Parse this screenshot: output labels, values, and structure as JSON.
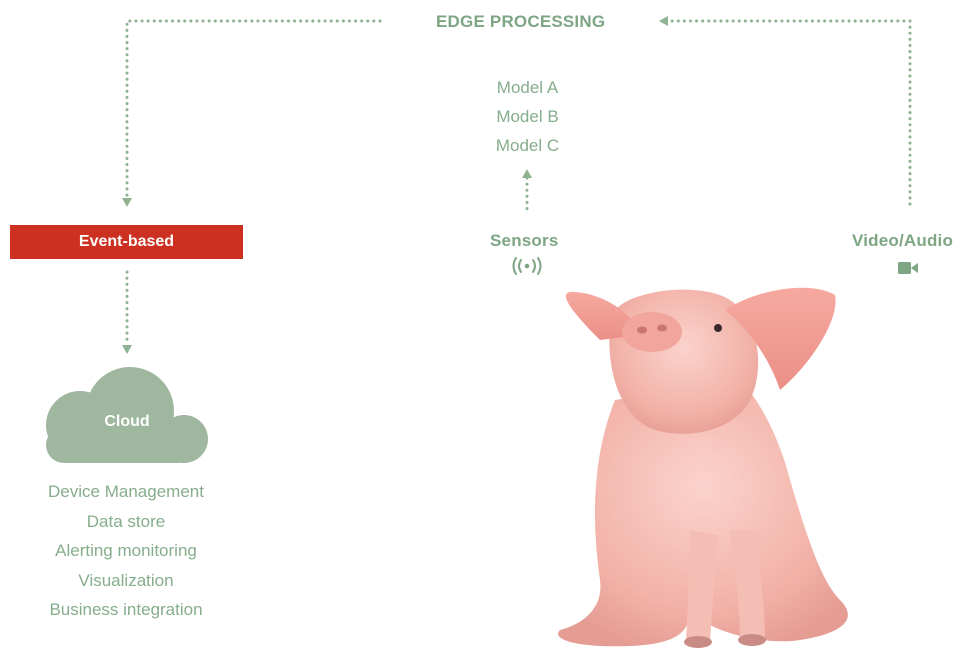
{
  "header": {
    "title": "EDGE PROCESSING"
  },
  "edge_models": [
    "Model A",
    "Model B",
    "Model C"
  ],
  "event_box": {
    "label": "Event-based",
    "color": "#cc3020"
  },
  "sensors": {
    "label": "Sensors",
    "icon": "wireless-signal-icon"
  },
  "video_audio": {
    "label": "Video/Audio",
    "icon": "video-camera-icon"
  },
  "cloud": {
    "label": "Cloud",
    "color": "#9fb79f",
    "services": [
      "Device Management",
      "Data store",
      "Alerting monitoring",
      "Visualization",
      "Business integration"
    ]
  },
  "accent_green": "#7ea584",
  "illustration": "pig-illustration"
}
